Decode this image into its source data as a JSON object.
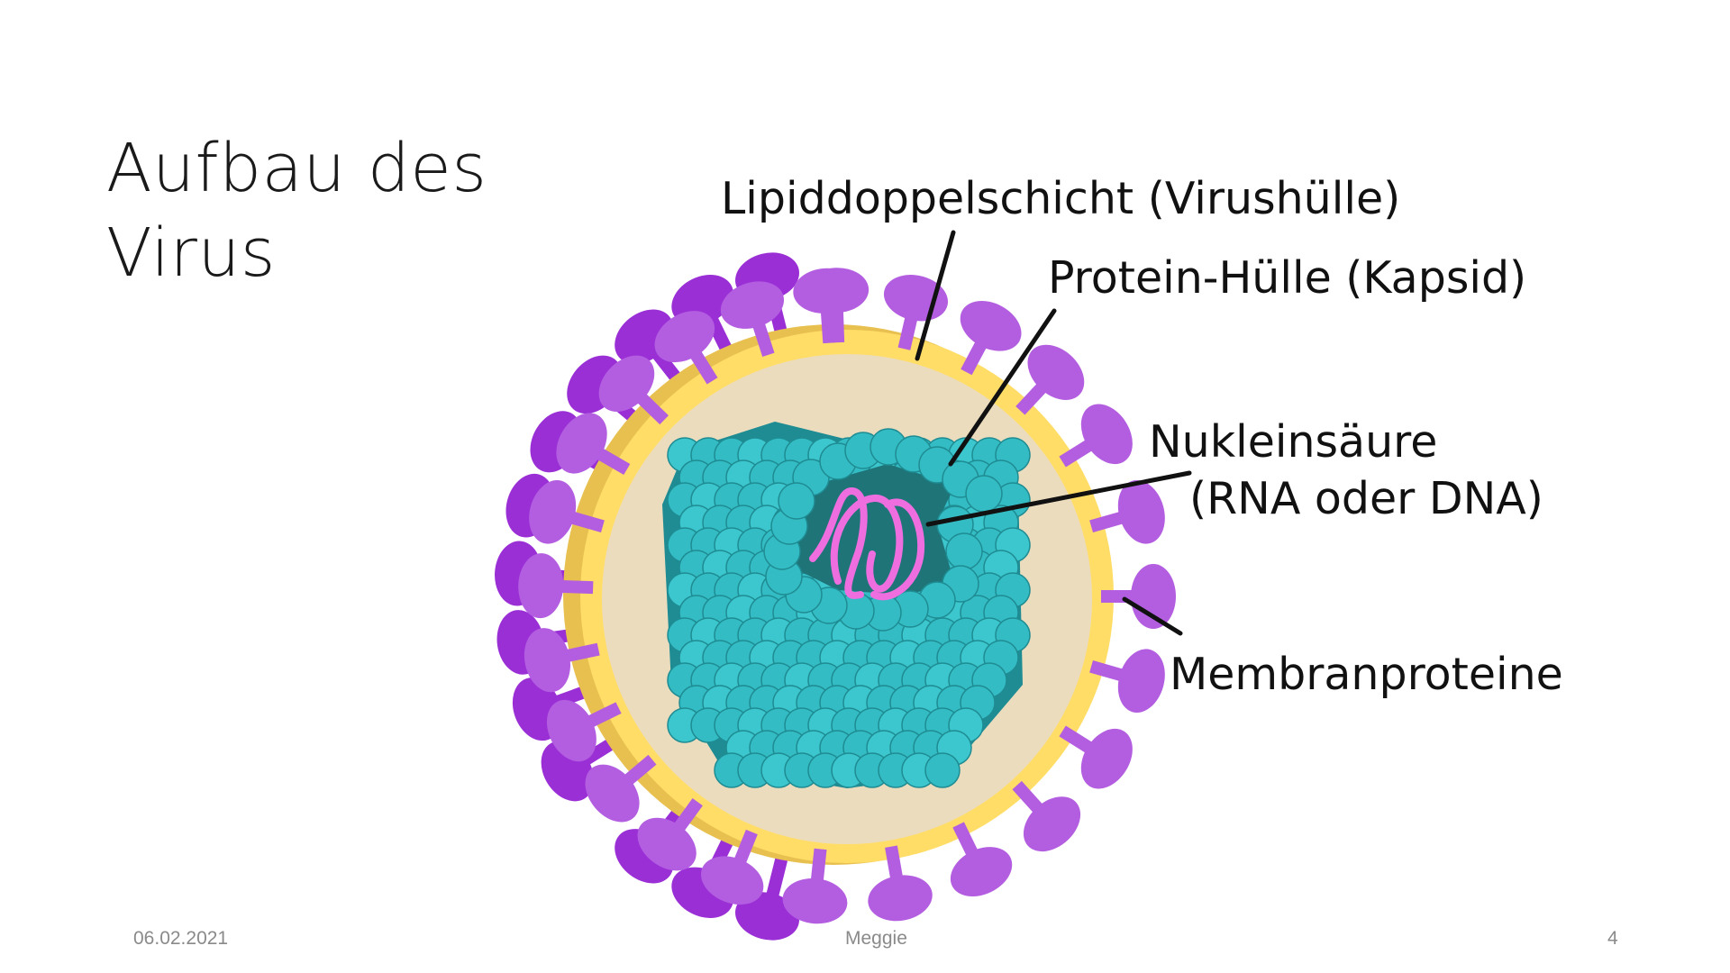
{
  "slide": {
    "title_lines": [
      "Aufbau des",
      "Virus"
    ],
    "labels": {
      "lipid": "Lipiddoppelschicht (Virushülle)",
      "capsid": "Protein-Hülle (Kapsid)",
      "nucleic_1": "Nukleinsäure",
      "nucleic_2": "(RNA oder DNA)",
      "membrane": "Membranproteine"
    },
    "footer": {
      "date": "06.02.2021",
      "author": "Meggie",
      "page": "4"
    }
  },
  "colors": {
    "spike": "#b35ee0",
    "spike_dark": "#9a2fd6",
    "lipid": "#ffdd66",
    "lipid_shadow": "#e8c050",
    "interior": "#ecdcbe",
    "capsomer": "#34bcc4",
    "capsomer_stroke": "#1e8c92",
    "capsid_inner": "#1f7478",
    "nucleic": "#ee6ee0"
  }
}
